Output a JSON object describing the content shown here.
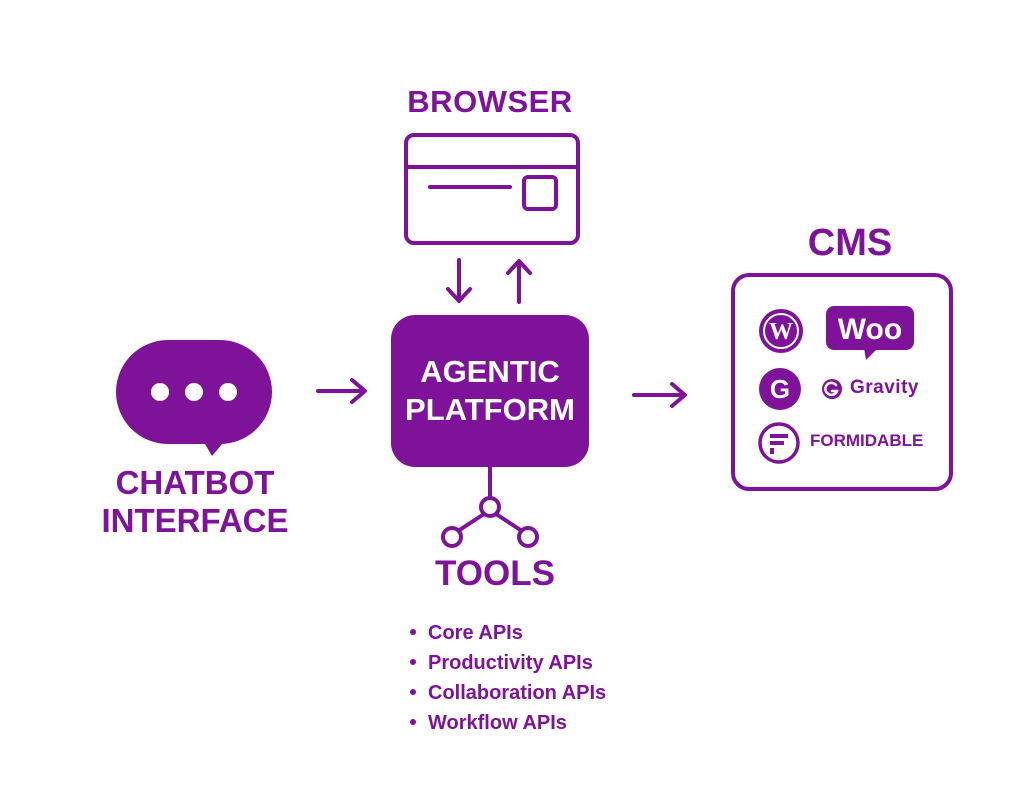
{
  "browser": {
    "title": "BROWSER"
  },
  "platform": {
    "line1": "AGENTIC",
    "line2": "PLATFORM"
  },
  "chatbot": {
    "line1": "CHATBOT",
    "line2": "INTERFACE"
  },
  "cms": {
    "title": "CMS",
    "logos": {
      "wordpress": "W",
      "woo": "Woo",
      "g": "G",
      "gravity": "Gravity",
      "formidable": "FORMIDABLE"
    }
  },
  "tools": {
    "title": "TOOLS",
    "items": [
      "Core APIs",
      "Productivity APIs",
      "Collaboration APIs",
      "Workflow APIs"
    ]
  },
  "colors": {
    "accent": "#7e139a",
    "background": "#ffffff"
  },
  "icons": {
    "chat": "speech-bubble-icon",
    "browser": "browser-window-icon",
    "tools": "network-icon",
    "arrows": "arrow-icon"
  }
}
